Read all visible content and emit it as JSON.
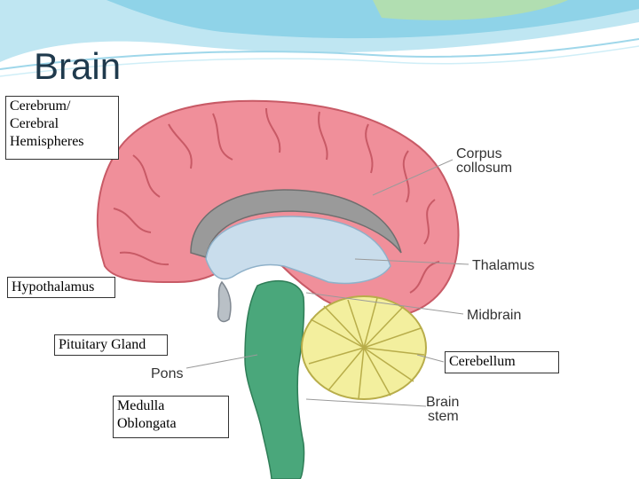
{
  "slide": {
    "title": "Brain"
  },
  "diagram": {
    "printed_labels": {
      "corpus": "Corpus",
      "collosum": "collosum",
      "thalamus": "Thalamus",
      "midbrain": "Midbrain",
      "pons": "Pons",
      "brain": "Brain",
      "stem": "stem"
    },
    "boxes": {
      "cerebrum": "Cerebrum/\nCerebral\nHemispheres",
      "hypothalamus": "Hypothalamus",
      "pituitary": "Pituitary Gland",
      "cerebellum": "Cerebellum",
      "medulla": "Medulla\nOblongata"
    }
  },
  "colors": {
    "cerebrum": "#f08f9a",
    "cerebrum_outline": "#c85a66",
    "ventricle": "#c9ddec",
    "corpus_callosum": "#9a9a9a",
    "brainstem": "#4aa77b",
    "cerebellum": "#f3ef9e",
    "banner": "#8fd3e8"
  }
}
